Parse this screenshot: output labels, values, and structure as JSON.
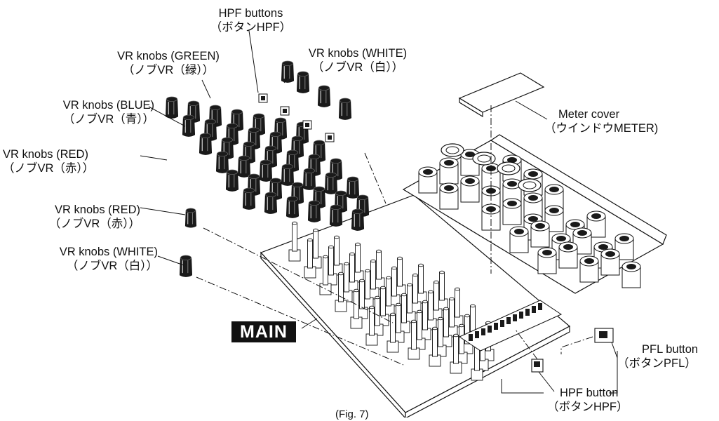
{
  "labels": {
    "hpf_buttons_top": {
      "en": "HPF buttons",
      "jp": "（ボタンHPF）"
    },
    "vr_green": {
      "en": "VR knobs (GREEN)",
      "jp": "（ノブVR（緑））"
    },
    "vr_white_top": {
      "en": "VR knobs (WHITE)",
      "jp": "（ノブVR（白））"
    },
    "vr_blue": {
      "en": "VR knobs (BLUE)",
      "jp": "（ノブVR（青））"
    },
    "vr_red_top": {
      "en": "VR knobs (RED)",
      "jp": "（ノブVR（赤））"
    },
    "vr_red_mid": {
      "en": "VR knobs (RED)",
      "jp": "（ノブVR（赤））"
    },
    "vr_white_bottom": {
      "en": "VR knobs (WHITE)",
      "jp": "（ノブVR（白））"
    },
    "meter_cover": {
      "en": "Meter cover",
      "jp": "（ウインドウMETER)"
    },
    "pfl_button": {
      "en": "PFL button",
      "jp": "（ボタンPFL）"
    },
    "hpf_button_bottom": {
      "en": "HPF button",
      "jp": "（ボタンHPF）"
    },
    "main": "MAIN",
    "figure": "(Fig. 7)"
  },
  "colors": {
    "line": "#111111",
    "board_fill": "#ffffff",
    "knob_fill": "#1a1a1a",
    "highlight": "#ffffff"
  }
}
